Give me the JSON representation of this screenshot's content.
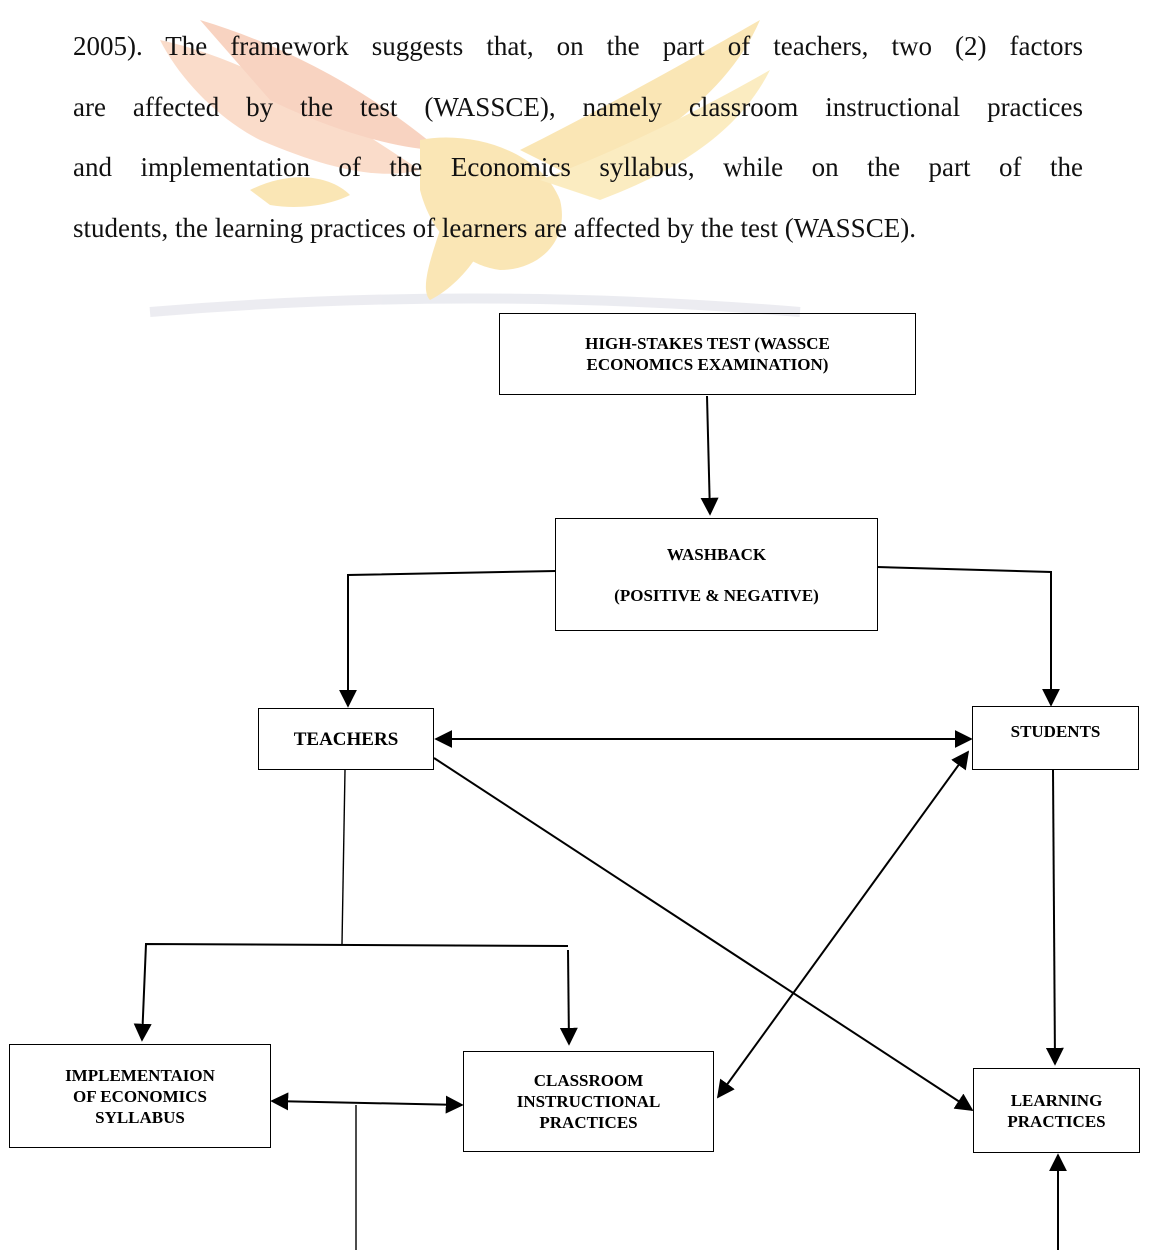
{
  "paragraph": {
    "lines": [
      "2005). The framework suggests that, on the part of teachers, two (2) factors",
      "are affected by the test (WASSCE), namely classroom instructional practices",
      "and implementation of the Economics syllabus, while on the part of the",
      "students, the learning practices of learners are affected by the test (WASSCE)."
    ]
  },
  "diagram": {
    "boxes": {
      "high_stakes_line1": "HIGH-STAKES TEST (WASSCE",
      "high_stakes_line2": "ECONOMICS EXAMINATION)",
      "washback_line1": "WASHBACK",
      "washback_line2": "(POSITIVE & NEGATIVE)",
      "teachers": "TEACHERS",
      "students": "STUDENTS",
      "implementation_line1": "IMPLEMENTAION",
      "implementation_line2": "OF ECONOMICS",
      "implementation_line3": "SYLLABUS",
      "classroom_line1": "CLASSROOM",
      "classroom_line2": "INSTRUCTIONAL",
      "classroom_line3": "PRACTICES",
      "learning_line1": "LEARNING",
      "learning_line2": "PRACTICES"
    }
  },
  "watermark": {
    "color": "#f4c36a",
    "accent": "#e9a06a",
    "band": "#dcdde6"
  }
}
